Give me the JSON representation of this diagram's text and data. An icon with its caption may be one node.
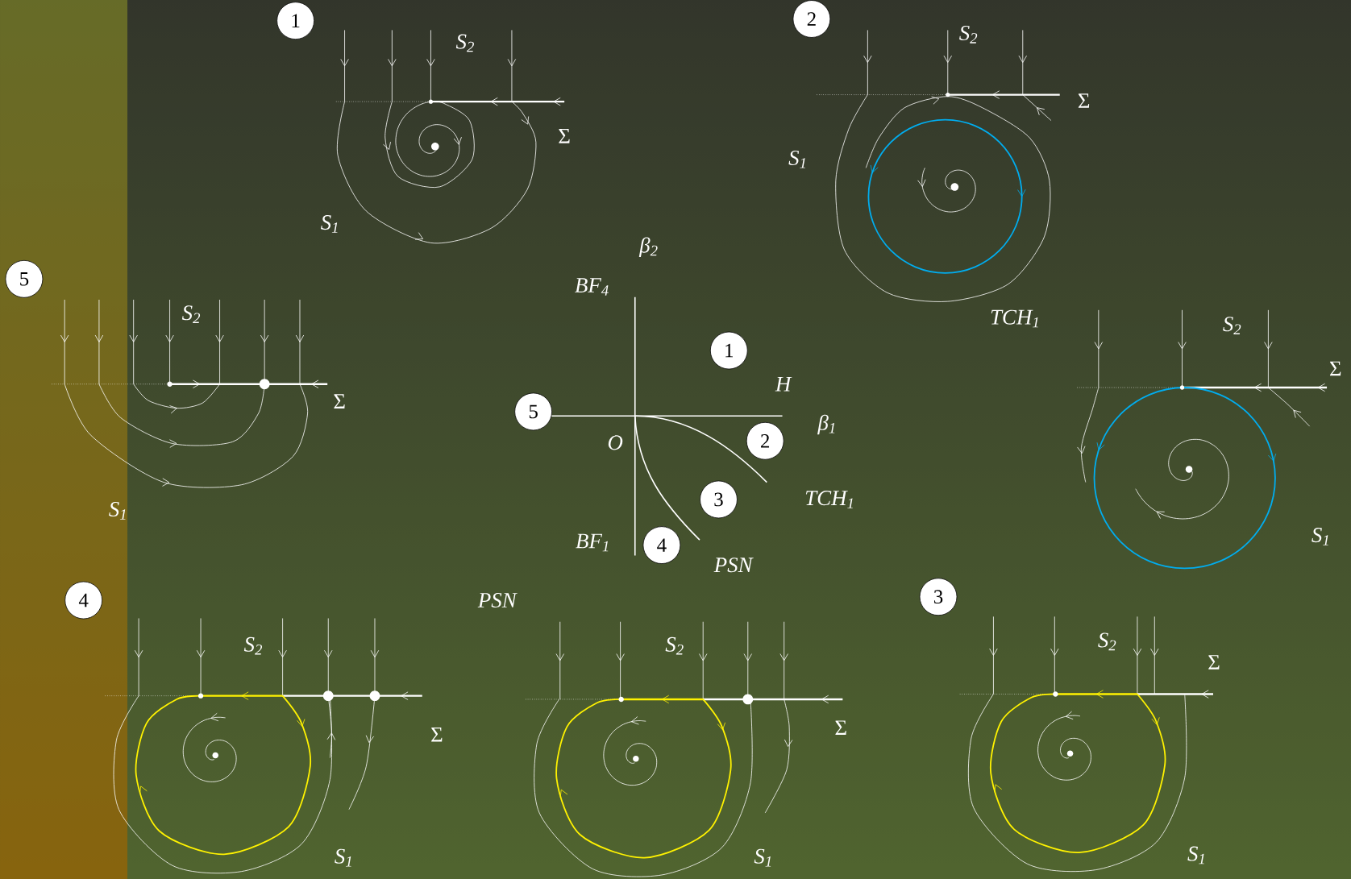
{
  "diagram": {
    "nodes": [
      {
        "text": [
          "1"
        ]
      },
      {
        "text": [
          "2"
        ]
      },
      {
        "text": [
          "5"
        ]
      },
      {
        "text": [
          "1"
        ]
      },
      {
        "text": [
          "5"
        ]
      },
      {
        "text": [
          "2"
        ]
      },
      {
        "text": [
          "3"
        ]
      },
      {
        "text": [
          "4"
        ]
      },
      {
        "text": [
          "3"
        ]
      },
      {
        "text": [
          "4"
        ]
      }
    ],
    "edges": [],
    "labels": [
      "S$_{2}$",
      "S$_{2}$",
      "Σ",
      "Σ",
      "S$_{1}$",
      "S$_{1}$",
      "β$_{2}$",
      "BF$_{4}$",
      "S$_{2}$",
      "TCH$_{1}$",
      "S$_{2}$",
      "Σ",
      "H",
      "Σ",
      "β$_{1}$",
      "O",
      "TCH$_{1}$",
      "S$_{1}$",
      "S$_{1}$",
      "BF$_{1}$",
      "PSN",
      "PSN",
      "S$_{2}$",
      "S$_{2}$",
      "S$_{2}$",
      "Σ",
      "Σ",
      "Σ",
      "S$_{1}$",
      "S$_{1}$",
      "S$_{1}$"
    ]
  }
}
